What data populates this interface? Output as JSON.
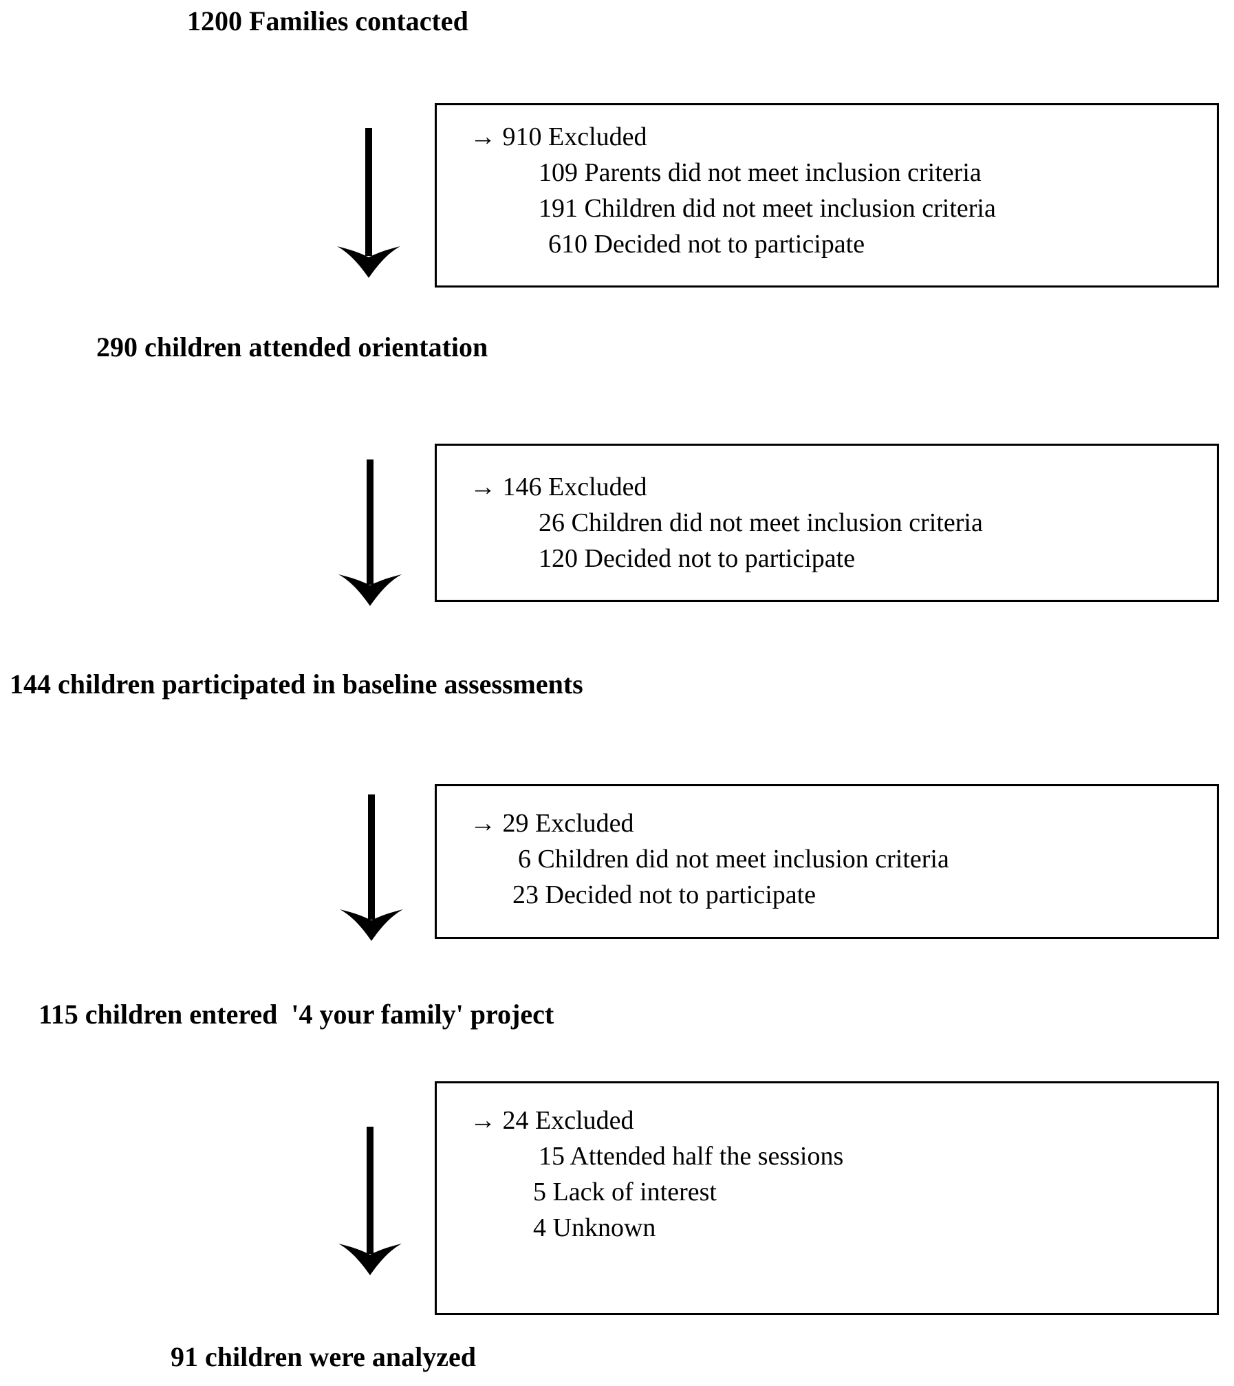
{
  "chart_data": {
    "type": "diagram",
    "title": "CONSORT participant flow diagram",
    "nodes": [
      {
        "id": "contacted",
        "label": "1200 Families contacted",
        "count": 1200
      },
      {
        "id": "orientation",
        "label": "290 children attended orientation",
        "count": 290
      },
      {
        "id": "baseline",
        "label": "144 children participated in baseline assessments",
        "count": 144
      },
      {
        "id": "entered",
        "label": "115 children entered  '4 your family' project",
        "count": 115
      },
      {
        "id": "analyzed",
        "label": "91 children were analyzed",
        "count": 91
      }
    ],
    "exclusions": [
      {
        "after": "contacted",
        "total": 910,
        "header": "→ 910 Excluded",
        "reasons": [
          {
            "count": 109,
            "text": "109 Parents did not meet inclusion criteria"
          },
          {
            "count": 191,
            "text": "191 Children did not meet inclusion criteria"
          },
          {
            "count": 610,
            "text": "610 Decided not to participate"
          }
        ]
      },
      {
        "after": "orientation",
        "total": 146,
        "header": "→ 146 Excluded",
        "reasons": [
          {
            "count": 26,
            "text": "26 Children did not meet inclusion criteria"
          },
          {
            "count": 120,
            "text": "120 Decided not to participate"
          }
        ]
      },
      {
        "after": "baseline",
        "total": 29,
        "header": "→ 29 Excluded",
        "reasons": [
          {
            "count": 6,
            "text": "6 Children did not meet inclusion criteria"
          },
          {
            "count": 23,
            "text": "23 Decided not to participate"
          }
        ]
      },
      {
        "after": "entered",
        "total": 24,
        "header": "→ 24 Excluded",
        "reasons": [
          {
            "count": 15,
            "text": "15 Attended half the sessions"
          },
          {
            "count": 5,
            "text": "5 Lack of interest"
          },
          {
            "count": 4,
            "text": "4 Unknown"
          }
        ]
      }
    ],
    "arrow_count": 4,
    "colors": {
      "stroke": "#000000",
      "background": "#ffffff",
      "text": "#000000"
    }
  },
  "flow": {
    "step1": "1200 Families contacted",
    "step2": "290 children attended orientation",
    "step3": "144 children participated in baseline assessments",
    "step4": "115 children entered  '4 your family' project",
    "step5": "91 children were analyzed"
  },
  "box1": {
    "header": "→ 910 Excluded",
    "item1": "109 Parents did not meet inclusion criteria",
    "item2": "191 Children did not meet inclusion criteria",
    "item3": "610 Decided not to participate"
  },
  "box2": {
    "header": "→ 146 Excluded",
    "item1": "26 Children did not meet inclusion criteria",
    "item2": "120 Decided not to participate"
  },
  "box3": {
    "header": "→ 29 Excluded",
    "item1": "6 Children did not meet inclusion criteria",
    "item2": "23 Decided not to participate"
  },
  "box4": {
    "header": "→ 24 Excluded",
    "item1": "15 Attended half the sessions",
    "item2": "5 Lack of interest",
    "item3": "4 Unknown"
  }
}
